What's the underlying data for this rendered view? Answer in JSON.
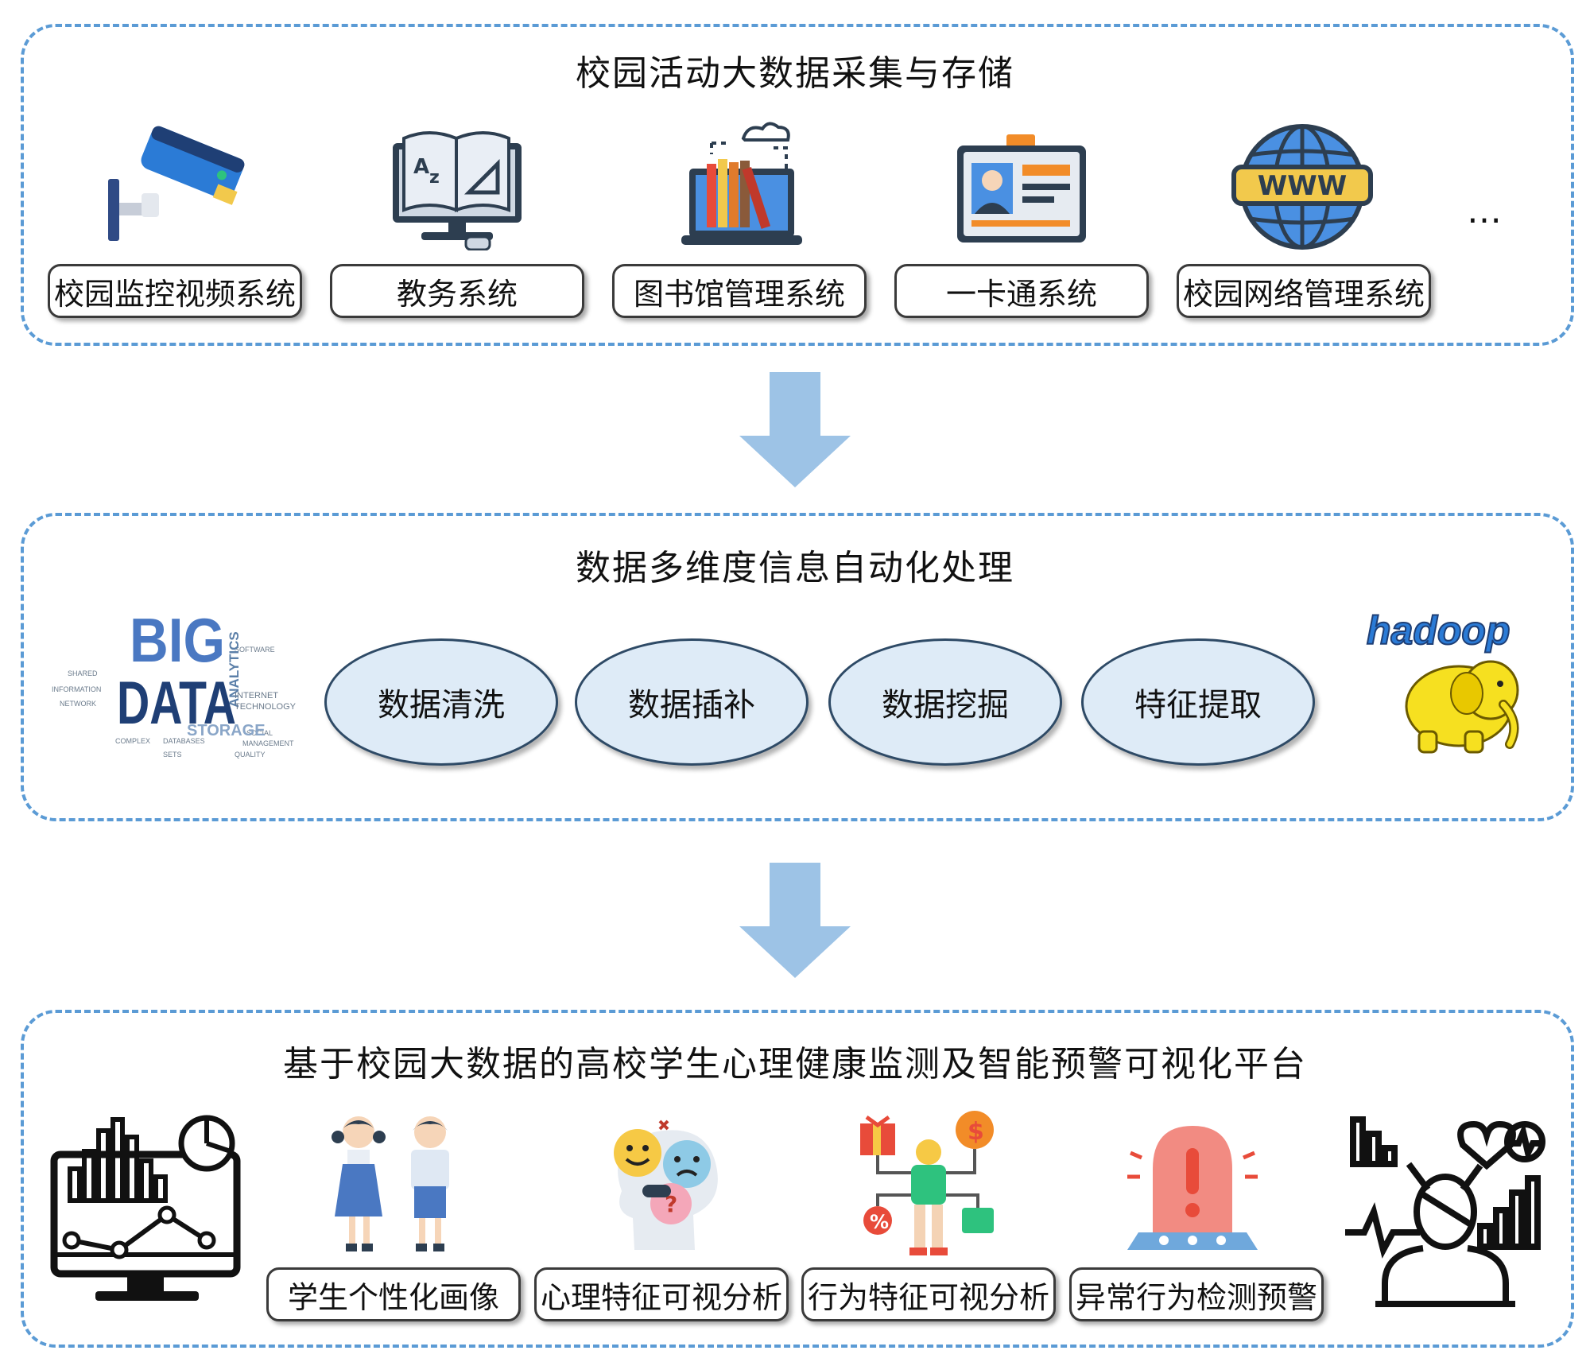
{
  "stage1": {
    "title": "校园活动大数据采集与存储",
    "items": [
      {
        "label": "校园监控视频系统",
        "icon": "security-camera-icon"
      },
      {
        "label": "教务系统",
        "icon": "e-learning-monitor-icon"
      },
      {
        "label": "图书馆管理系统",
        "icon": "digital-library-icon"
      },
      {
        "label": "一卡通系统",
        "icon": "id-card-icon"
      },
      {
        "label": "校园网络管理系统",
        "icon": "www-globe-icon"
      }
    ],
    "more": "…"
  },
  "stage2": {
    "title": "数据多维度信息自动化处理",
    "steps": [
      "数据清洗",
      "数据插补",
      "数据挖掘",
      "特征提取"
    ],
    "bigdata_logo": {
      "big": "BIG",
      "data": "DATA",
      "words": [
        "ANALYTICS",
        "STORAGE",
        "INTERNET",
        "TECHNOLOGY",
        "INFORMATION",
        "DATABASES",
        "COMPLEX",
        "SETS",
        "NETWORK",
        "SOFTWARE",
        "MANAGEMENT",
        "SOCIAL",
        "QUALITY",
        "SHARED"
      ]
    },
    "hadoop_logo": {
      "text": "hadoop"
    }
  },
  "stage3": {
    "title": "基于校园大数据的高校学生心理健康监测及智能预警可视化平台",
    "items": [
      {
        "label": "学生个性化画像",
        "icon": "students-icon"
      },
      {
        "label": "心理特征可视分析",
        "icon": "emotion-head-icon"
      },
      {
        "label": "行为特征可视分析",
        "icon": "behavior-person-icon"
      },
      {
        "label": "异常行为检测预警",
        "icon": "alarm-siren-icon"
      }
    ],
    "left_icon": "analytics-dashboard-icon",
    "right_icon": "health-monitoring-person-icon"
  },
  "colors": {
    "border": "#5b9bd5",
    "arrow": "#9dc3e6",
    "ellipse_fill": "#deebf7"
  }
}
